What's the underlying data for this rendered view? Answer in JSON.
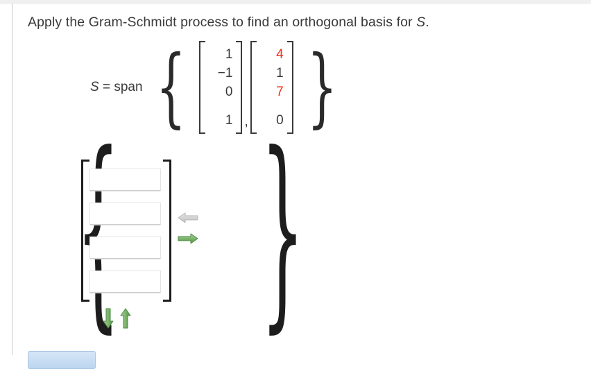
{
  "page": {
    "prompt_before": "Apply the Gram-Schmidt process to find an orthogonal basis for ",
    "prompt_italic": "S",
    "prompt_after": "."
  },
  "span_expression": {
    "label_italic": "S",
    "label_rest": " = span",
    "open_brace": "{",
    "close_brace": "}",
    "separator": ",",
    "vectors": [
      {
        "name": "vector-1",
        "entries": [
          {
            "value": "1",
            "color": "#3a3a3a"
          },
          {
            "value": "−1",
            "color": "#3a3a3a"
          },
          {
            "value": "0",
            "color": "#3a3a3a"
          },
          {
            "value": "1",
            "color": "#3a3a3a"
          }
        ]
      },
      {
        "name": "vector-2",
        "entries": [
          {
            "value": "4",
            "color": "#ee2e18"
          },
          {
            "value": "1",
            "color": "#3a3a3a"
          },
          {
            "value": "7",
            "color": "#ee2e18"
          },
          {
            "value": "0",
            "color": "#3a3a3a"
          }
        ]
      }
    ]
  },
  "answer": {
    "open_brace": "{",
    "close_brace": "}",
    "inputs": [
      {
        "name": "answer-input-row-1",
        "value": "",
        "placeholder": ""
      },
      {
        "name": "answer-input-row-2",
        "value": "",
        "placeholder": ""
      },
      {
        "name": "answer-input-row-3",
        "value": "",
        "placeholder": ""
      },
      {
        "name": "answer-input-row-4",
        "value": "",
        "placeholder": ""
      }
    ],
    "controls": {
      "prev_label": "previous vector",
      "prev_state": "disabled",
      "prev_color": "#c9c9c9",
      "next_label": "next vector",
      "next_state": "enabled",
      "next_color": "#6aaa5e",
      "remove_label": "remove vector",
      "remove_color": "#6aaa5e",
      "add_label": "add vector",
      "add_color": "#6aaa5e"
    }
  },
  "colors": {
    "highlight_red": "#ee2e18",
    "accent_green": "#6aaa5e",
    "disabled_grey": "#c9c9c9"
  }
}
